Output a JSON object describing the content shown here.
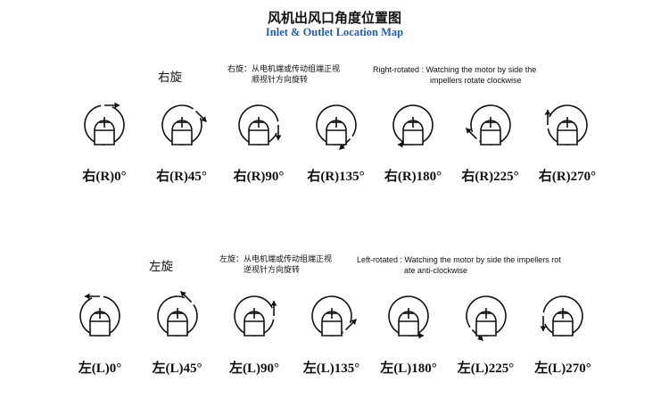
{
  "title_cn": "风机出风口角度位置图",
  "title_en": "Inlet & Outlet Location Map",
  "colors": {
    "title_en": "#1f5fb8",
    "ink": "#111111"
  },
  "right": {
    "heading": "右旋",
    "note_cn": [
      "右旋：从电机端或传动组端正视",
      "顺视针方向旋转"
    ],
    "note_en": [
      "Right-rotated : Watching the motor by side the",
      "impellers rotate clockwise"
    ],
    "positions": [
      {
        "label": "右(R)0°",
        "angle": 0
      },
      {
        "label": "右(R)45°",
        "angle": 45
      },
      {
        "label": "右(R)90°",
        "angle": 90
      },
      {
        "label": "右(R)135°",
        "angle": 135
      },
      {
        "label": "右(R)180°",
        "angle": 180
      },
      {
        "label": "右(R)225°",
        "angle": 225
      },
      {
        "label": "右(R)270°",
        "angle": 270
      }
    ]
  },
  "left": {
    "heading": "左旋",
    "note_cn": [
      "左旋：从电机端或传动组端正视",
      "逆视针方向旋转"
    ],
    "note_en": [
      "Left-rotated : Watching the motor by side the impellers rot",
      "ate anti-clockwise"
    ],
    "positions": [
      {
        "label": "左(L)0°",
        "angle": 0
      },
      {
        "label": "左(L)45°",
        "angle": 45
      },
      {
        "label": "左(L)90°",
        "angle": 90
      },
      {
        "label": "左(L)135°",
        "angle": 135
      },
      {
        "label": "左(L)180°",
        "angle": 180
      },
      {
        "label": "左(L)225°",
        "angle": 225
      },
      {
        "label": "左(L)270°",
        "angle": 270
      }
    ]
  }
}
